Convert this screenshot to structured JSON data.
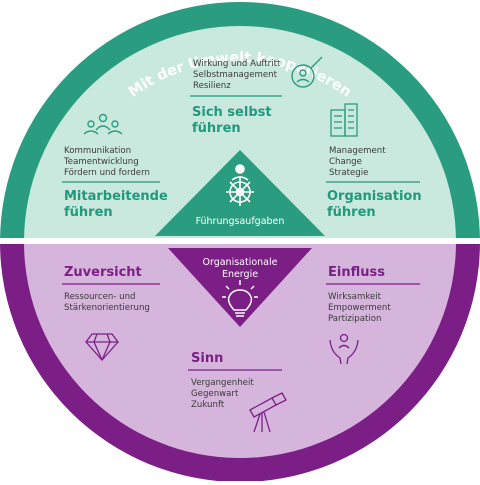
{
  "ring": {
    "title": "Mit der Umwelt kooperieren"
  },
  "center": {
    "top_label": "Führungsaufgaben",
    "bottom_label_lines": [
      "Organisationale",
      "Energie"
    ]
  },
  "sections": {
    "sich_selbst": {
      "items": [
        "Wirkung und Auftritt",
        "Selbstmanagement",
        "Resilienz"
      ],
      "title_lines": [
        "Sich selbst",
        "führen"
      ]
    },
    "mitarbeitende": {
      "items": [
        "Kommunikation",
        "Teamentwicklung",
        "Fördern und fordern"
      ],
      "title_lines": [
        "Mitarbeitende",
        "führen"
      ]
    },
    "organisation": {
      "items": [
        "Management",
        "Change",
        "Strategie"
      ],
      "title_lines": [
        "Organisation",
        "führen"
      ]
    },
    "zuversicht": {
      "title": "Zuversicht",
      "items": [
        "Ressourcen- und",
        "Stärkenorientierung"
      ]
    },
    "einfluss": {
      "title": "Einfluss",
      "items": [
        "Wirksamkeit",
        "Empowerment",
        "Partizipation"
      ]
    },
    "sinn": {
      "title": "Sinn",
      "items": [
        "Vergangenheit",
        "Gegenwart",
        "Zukunft"
      ]
    }
  },
  "colors": {
    "ring_green": "#2a9c7f",
    "fill_green": "#c9e8de",
    "ring_purple": "#7b1f86",
    "fill_purple": "#d6b5dc",
    "title_green": "#1f9a7c",
    "title_purple": "#7b1f86"
  },
  "icons": {
    "sich_selbst": "person-magnifier-icon",
    "mitarbeitende": "team-icon",
    "organisation": "buildings-icon",
    "center_top": "ship-wheel-person-icon",
    "center_bottom": "lightbulb-icon",
    "zuversicht": "diamond-icon",
    "einfluss": "hands-person-icon",
    "sinn": "telescope-icon"
  }
}
